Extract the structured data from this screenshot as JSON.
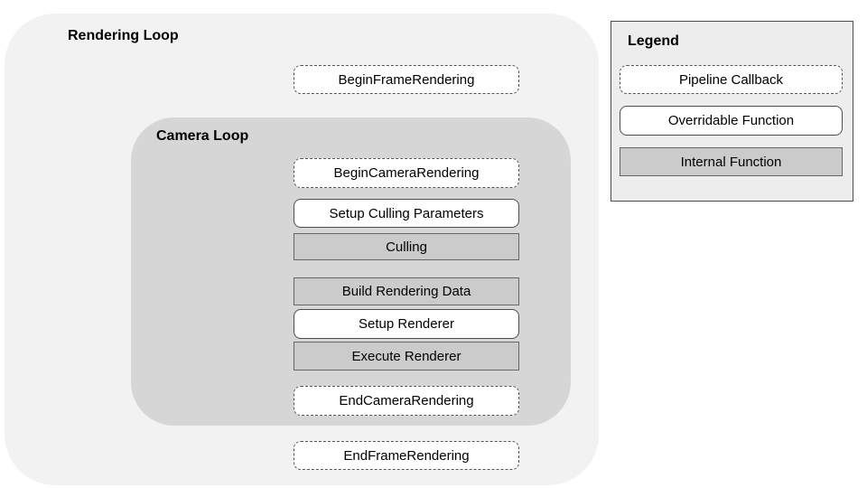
{
  "diagram": {
    "rendering_loop": {
      "title": "Rendering Loop",
      "begin_frame_rendering": "BeginFrameRendering",
      "end_frame_rendering": "EndFrameRendering",
      "camera_loop": {
        "title": "Camera Loop",
        "begin_camera_rendering": "BeginCameraRendering",
        "setup_culling_parameters": "Setup Culling Parameters",
        "culling": "Culling",
        "build_rendering_data": "Build Rendering Data",
        "setup_renderer": "Setup Renderer",
        "execute_renderer": "Execute Renderer",
        "end_camera_rendering": "EndCameraRendering"
      }
    },
    "legend": {
      "title": "Legend",
      "items": [
        {
          "label": "Pipeline Callback",
          "type": "pipeline-callback"
        },
        {
          "label": "Overridable Function",
          "type": "overridable-function"
        },
        {
          "label": "Internal Function",
          "type": "internal-function"
        }
      ]
    },
    "colors": {
      "rendering_loop_bg": "#f2f2f2",
      "camera_loop_bg": "#d6d6d6",
      "internal_function_bg": "#cbcbcb",
      "legend_bg": "#ededed",
      "border_dark": "#4d4d4d",
      "text": "#000000"
    }
  }
}
